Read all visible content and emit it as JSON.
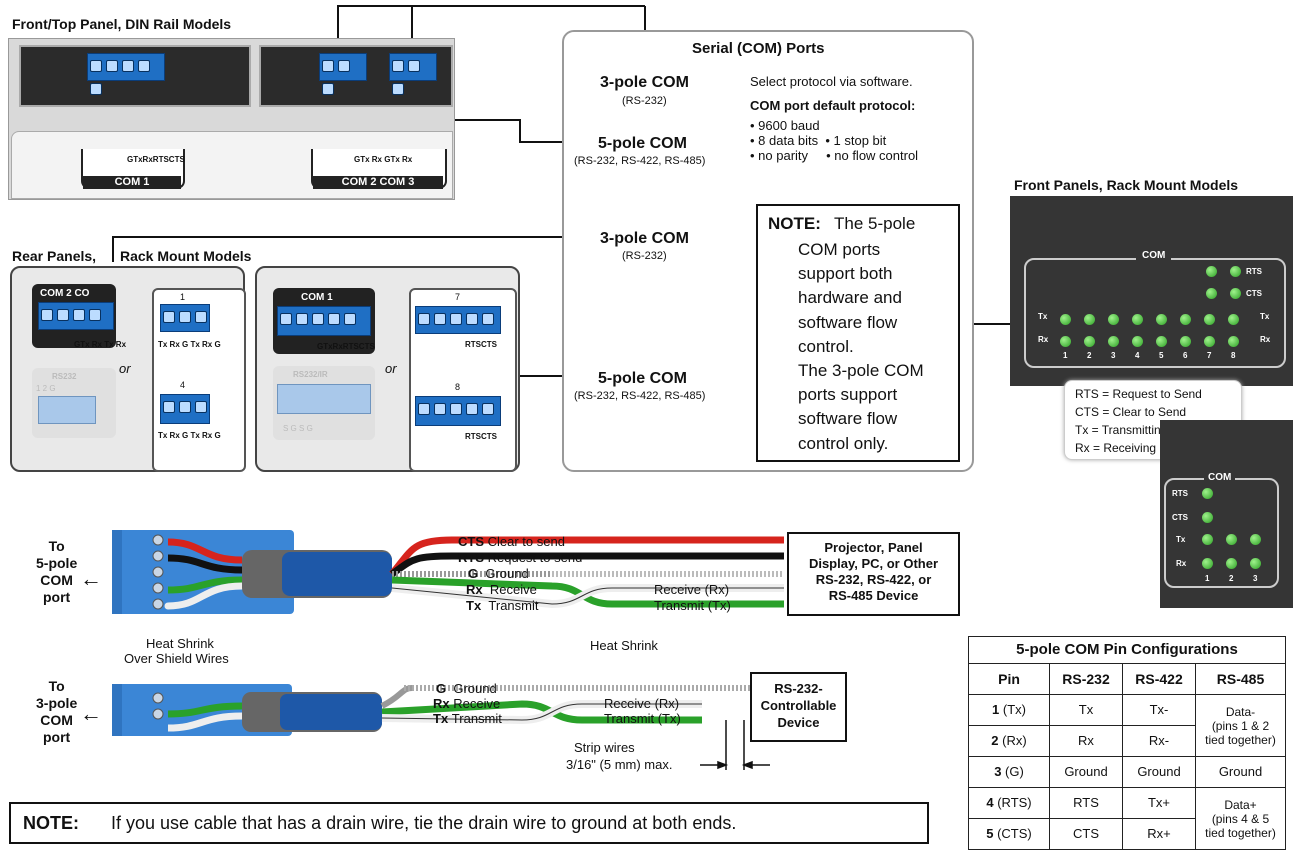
{
  "din": {
    "title": "Front/Top Panel, DIN Rail Models",
    "pins_com1": "GTxRxRTSCTS",
    "pins_com23": "GTx Rx GTx Rx",
    "com1": "COM 1",
    "com23": "COM 2 COM 3"
  },
  "rear": {
    "title": "Rear Panels,",
    "title2": "Rack Mount Models",
    "box1": {
      "com_label": "COM 2 CO",
      "pins_top": "GTx Rx Tx Rx",
      "faded_label": "RS232",
      "faded_nums": "1  2  G",
      "or": "or",
      "num1": "1",
      "num4": "4",
      "pins_1": "Tx Rx G Tx Rx G",
      "pins_4": "Tx Rx G Tx Rx G"
    },
    "box2": {
      "com_label": "COM 1",
      "pins_top": "GTxRxRTSCTS",
      "faded_label": "RS232/IR",
      "faded_nums": "S  G     S  G",
      "or": "or",
      "num7": "7",
      "num8": "8",
      "pins_7": "RTSCTS",
      "pins_8": "RTSCTS"
    }
  },
  "serial": {
    "title": "Serial (COM) Ports",
    "items": [
      {
        "name": "3-pole COM",
        "sub": "(RS-232)"
      },
      {
        "name": "5-pole COM",
        "sub": "(RS-232, RS-422, RS-485)"
      },
      {
        "name": "3-pole COM",
        "sub": "(RS-232)"
      },
      {
        "name": "5-pole COM",
        "sub": "(RS-232, RS-422, RS-485)"
      }
    ],
    "select": "Select protocol via software.",
    "default_title": "COM port default protocol:",
    "b1": "• 9600 baud",
    "b2": "• 8 data bits  • 1 stop bit",
    "b3": "• no parity     • no flow control",
    "note_label": "NOTE:",
    "note_1": "The 5-pole",
    "note_lines": [
      "COM ports",
      "support both",
      "hardware and",
      "software flow",
      "control.",
      "The 3-pole COM",
      "ports support",
      "software flow",
      "control only."
    ]
  },
  "front": {
    "title": "Front Panels, Rack Mount Models",
    "com": "COM",
    "rts": "RTS",
    "cts": "CTS",
    "tx": "Tx",
    "rx": "Rx",
    "nums": [
      "1",
      "2",
      "3",
      "4",
      "5",
      "6",
      "7",
      "8"
    ],
    "legend": [
      "RTS = Request to Send",
      "CTS = Clear to Send",
      "Tx = Transmitting Data",
      "Rx = Receiving Data"
    ],
    "small_com": "COM",
    "small_nums": [
      "1",
      "2",
      "3"
    ]
  },
  "cable5": {
    "to": [
      "To",
      "5-pole",
      "COM",
      "port"
    ],
    "wires": [
      {
        "code": "CTS",
        "label": "Clear to send"
      },
      {
        "code": "RTS",
        "label": "Request to send"
      },
      {
        "code": "G",
        "label": "Ground"
      },
      {
        "code": "Rx",
        "label": "Receive"
      },
      {
        "code": "Tx",
        "label": "Transmit"
      }
    ],
    "rx_end": "Receive (Rx)",
    "tx_end": "Transmit (Tx)",
    "device": [
      "Projector, Panel",
      "Display, PC, or Other",
      "RS-232, RS-422, or",
      "RS-485 Device"
    ],
    "heat1": "Heat Shrink",
    "heat1b": "Over Shield Wires",
    "heat2": "Heat Shrink"
  },
  "cable3": {
    "to": [
      "To",
      "3-pole",
      "COM",
      "port"
    ],
    "wires": [
      {
        "code": "G",
        "label": "Ground"
      },
      {
        "code": "Rx",
        "label": "Receive"
      },
      {
        "code": "Tx",
        "label": "Transmit"
      }
    ],
    "rx_end": "Receive (Rx)",
    "tx_end": "Transmit (Tx)",
    "device": [
      "RS-232-",
      "Controllable",
      "Device"
    ],
    "strip1": "Strip wires",
    "strip2": "3/16\" (5 mm) max."
  },
  "bottom_note": {
    "label": "NOTE:",
    "text": "If you use cable that has a drain wire, tie the drain wire to ground at both ends."
  },
  "pin_table": {
    "title": "5-pole COM Pin Configurations",
    "headers": [
      "Pin",
      "RS-232",
      "RS-422",
      "RS-485"
    ],
    "rows": [
      {
        "pin_n": "1",
        "pin_t": " (Tx)",
        "rs232": "Tx",
        "rs422": "Tx-"
      },
      {
        "pin_n": "2",
        "pin_t": " (Rx)",
        "rs232": "Rx",
        "rs422": "Rx-"
      },
      {
        "pin_n": "3",
        "pin_t": " (G)",
        "rs232": "Ground",
        "rs422": "Ground",
        "rs485": "Ground"
      },
      {
        "pin_n": "4",
        "pin_t": " (RTS)",
        "rs232": "RTS",
        "rs422": "Tx+"
      },
      {
        "pin_n": "5",
        "pin_t": " (CTS)",
        "rs232": "CTS",
        "rs422": "Rx+"
      }
    ],
    "rs485_a": [
      "Data-",
      "(pins 1 & 2",
      "tied together)"
    ],
    "rs485_b": [
      "Data+",
      "(pins 4 & 5",
      "tied together)"
    ]
  }
}
